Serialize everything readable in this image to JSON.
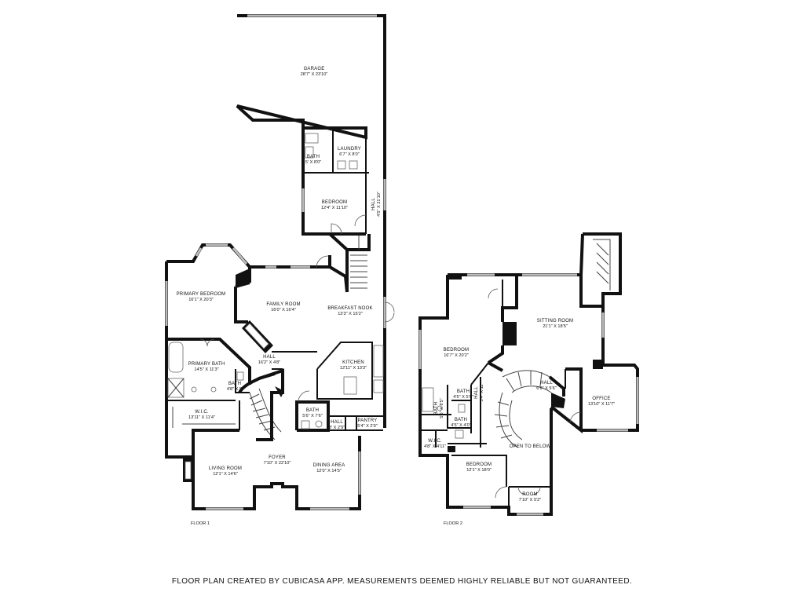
{
  "floor1": {
    "label": "FLOOR 1",
    "rooms": [
      {
        "id": "garage",
        "name": "GARAGE",
        "dims": "28'7\" X 23'10\""
      },
      {
        "id": "bath-garage",
        "name": "BATH",
        "dims": "5' X 8'0\""
      },
      {
        "id": "laundry",
        "name": "LAUNDRY",
        "dims": "6'7\" X 8'0\""
      },
      {
        "id": "bedroom1",
        "name": "BEDROOM",
        "dims": "12'4\" X 11'10\""
      },
      {
        "id": "hall-long",
        "name": "HALL",
        "dims": "4'5\" X 21'10\""
      },
      {
        "id": "primary-bedroom",
        "name": "PRIMARY BEDROOM",
        "dims": "16'1\" X 20'3\""
      },
      {
        "id": "family-room",
        "name": "FAMILY ROOM",
        "dims": "16'0\" X 16'4\""
      },
      {
        "id": "breakfast-nook",
        "name": "BREAKFAST NOOK",
        "dims": "13'3\" X 15'2\""
      },
      {
        "id": "primary-bath",
        "name": "PRIMARY BATH",
        "dims": "14'5\" X 11'3\""
      },
      {
        "id": "hall-center",
        "name": "HALL",
        "dims": "16'2\" X 4'8\""
      },
      {
        "id": "kitchen",
        "name": "KITCHEN",
        "dims": "12'11\" X 13'3\""
      },
      {
        "id": "bath-small",
        "name": "BATH",
        "dims": "4'8\" X 5'"
      },
      {
        "id": "wic1",
        "name": "W.I.C.",
        "dims": "13'11\" X 11'4\""
      },
      {
        "id": "bath-powder",
        "name": "BATH",
        "dims": "5'6\" X 7'6\""
      },
      {
        "id": "hall-small",
        "name": "HALL",
        "dims": "3' X 2'9\""
      },
      {
        "id": "pantry",
        "name": "PANTRY",
        "dims": "5'4\" X 2'9\""
      },
      {
        "id": "foyer",
        "name": "FOYER",
        "dims": "7'10\" X 22'10\""
      },
      {
        "id": "living-room",
        "name": "LIVING ROOM",
        "dims": "12'1\" X 14'6\""
      },
      {
        "id": "dining-area",
        "name": "DINING AREA",
        "dims": "12'0\" X 14'5\""
      }
    ]
  },
  "floor2": {
    "label": "FLOOR 2",
    "rooms": [
      {
        "id": "sitting-room",
        "name": "SITTING ROOM",
        "dims": "21'1\" X 18'5\""
      },
      {
        "id": "bedroom2",
        "name": "BEDROOM",
        "dims": "16'7\" X 20'2\""
      },
      {
        "id": "bath-upper",
        "name": "BATH",
        "dims": "4'5\" X 5'0\""
      },
      {
        "id": "hall-narrow",
        "name": "HALL",
        "dims": "3'4\" X 11'"
      },
      {
        "id": "hall-upper",
        "name": "HALL",
        "dims": "6'9\" X 5'6\""
      },
      {
        "id": "office",
        "name": "OFFICE",
        "dims": "13'10\" X 11'7\""
      },
      {
        "id": "bath-left",
        "name": "BATH",
        "dims": "5'5\" X 8'5\""
      },
      {
        "id": "bath-mid",
        "name": "BATH",
        "dims": "4'5\" X 4'0\""
      },
      {
        "id": "wic2",
        "name": "W.I.C.",
        "dims": "4'8\" X 4'11\""
      },
      {
        "id": "open-to-below",
        "name": "OPEN TO BELOW",
        "dims": ""
      },
      {
        "id": "bedroom3",
        "name": "BEDROOM",
        "dims": "12'1\" X 18'0\""
      },
      {
        "id": "room-small",
        "name": "ROOM",
        "dims": "7'10\" X 5'2\""
      }
    ]
  },
  "footer": "FLOOR PLAN CREATED BY CUBICASA APP. MEASUREMENTS DEEMED HIGHLY RELIABLE BUT NOT GUARANTEED."
}
